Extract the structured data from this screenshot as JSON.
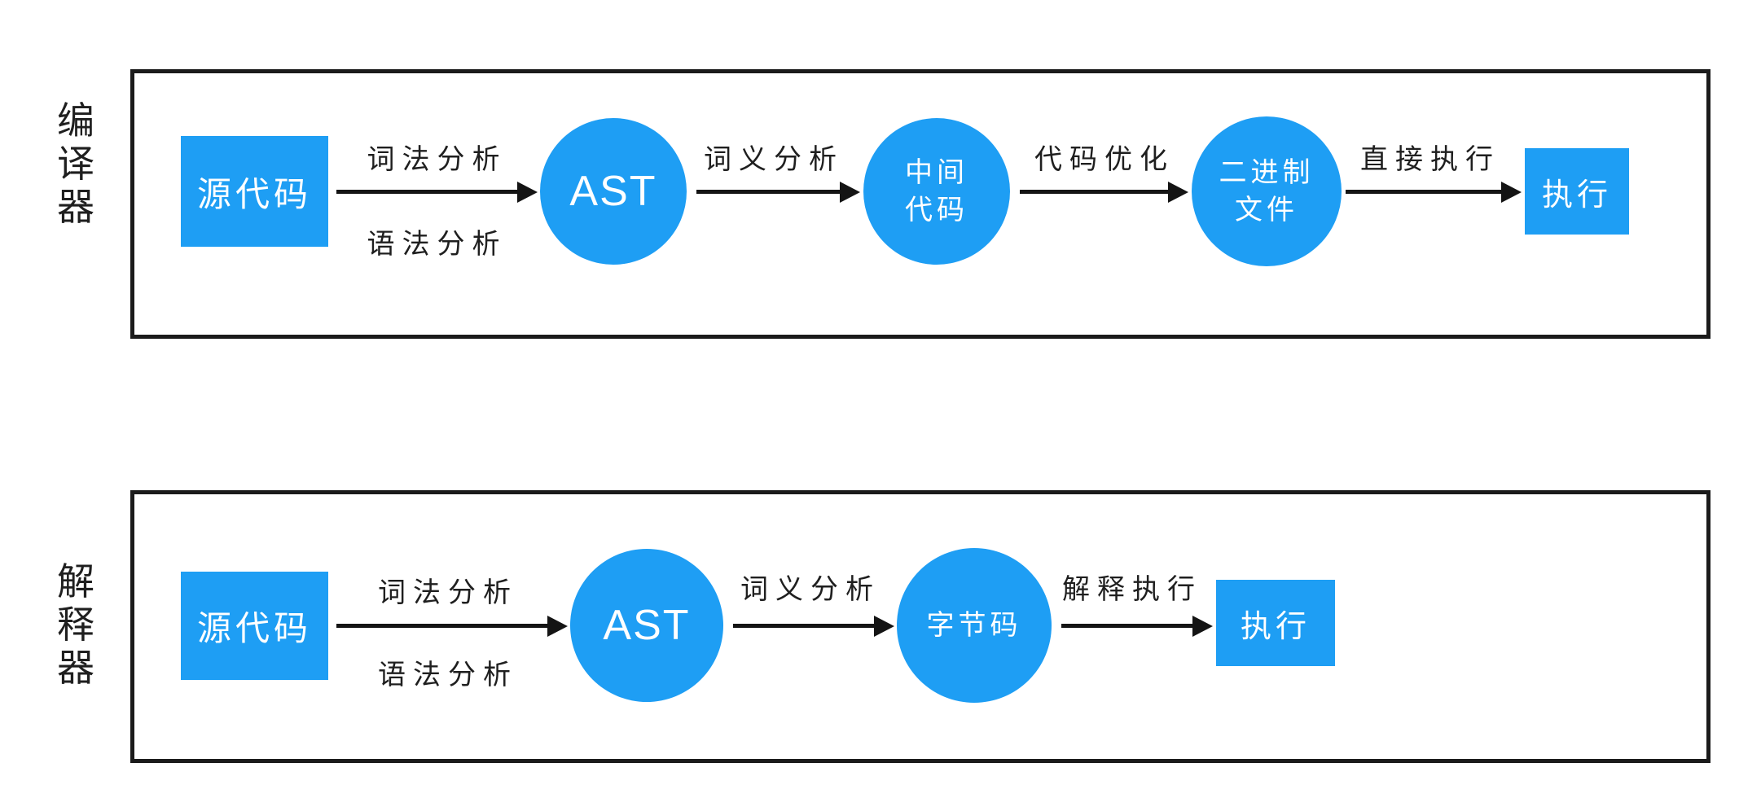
{
  "diagram": {
    "title_context": "compiler-vs-interpreter-pipeline",
    "colors": {
      "node_blue": "#1e9ef4",
      "line_black": "#141414",
      "frame_black": "#1b1b1b",
      "text_dark": "#1f1f1f"
    },
    "flows": [
      {
        "id": "compiler",
        "side_label": "编译器",
        "nodes": [
          {
            "shape": "rect",
            "label": "源代码"
          },
          {
            "shape": "circle",
            "label": "AST"
          },
          {
            "shape": "circle",
            "label": "中间\n代码"
          },
          {
            "shape": "circle",
            "label": "二进制\n文件"
          },
          {
            "shape": "rect",
            "label": "执行"
          }
        ],
        "edge_labels": [
          {
            "above": "词法分析",
            "below": "语法分析"
          },
          {
            "above": "词义分析",
            "below": ""
          },
          {
            "above": "代码优化",
            "below": ""
          },
          {
            "above": "直接执行",
            "below": ""
          }
        ]
      },
      {
        "id": "interpreter",
        "side_label": "解释器",
        "nodes": [
          {
            "shape": "rect",
            "label": "源代码"
          },
          {
            "shape": "circle",
            "label": "AST"
          },
          {
            "shape": "circle",
            "label": "字节码"
          },
          {
            "shape": "rect",
            "label": "执行"
          }
        ],
        "edge_labels": [
          {
            "above": "词法分析",
            "below": "语法分析"
          },
          {
            "above": "词义分析",
            "below": ""
          },
          {
            "above": "解释执行",
            "below": ""
          }
        ]
      }
    ]
  }
}
